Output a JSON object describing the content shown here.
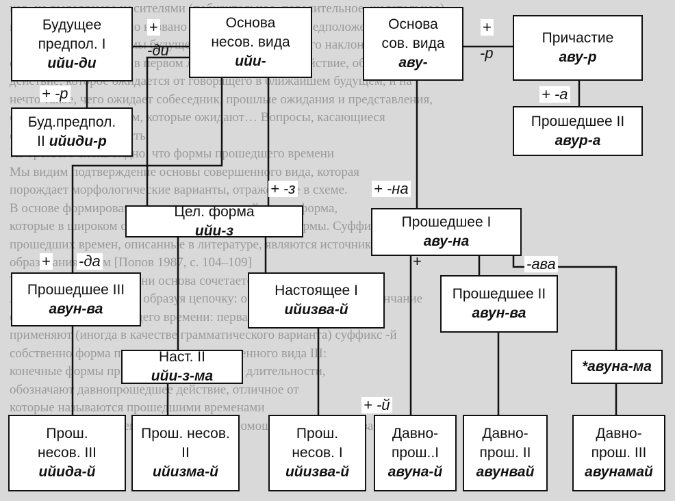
{
  "background_text": [
    "ков, не выделяемое носителями (побудительное, повелительное, желательное)",
    "первой группы условно названо формами будущего предположения [Н. М. Попов",
    "1987, 104–109] …формы будущего предположительного наклонения",
    "формы, указывающие в первом лице на ожидаемое действие, обозначающее",
    "действие, которое ожидается от говорящего в ближайшем будущем, и на",
    "нечто такое, чего ожидает собеседник, прошлые ожидания и представления,",
    "связанные с сомнением, которые ожидают… Вопросы, касающиеся",
    "отношений, вероятность",
    "Из третьего блока видно, что формы прошедшего времени",
    "Мы видим подтверждение основы совершенного вида, которая",
    "порождает морфологические варианты, отраженные в схеме.",
    "В основе формирования целевых отношений лежит форма,",
    "которые в широком смысле образуют прошедшие формы. Суффиксы",
    "прошедших времен, описанные в литературе, являются источником",
    "образования форм [Попов 1987, с. 104–109]",
    "Так, в настоящем времени основа сочетается с формантами и",
    "личными окончаниями, образуя цепочку: основа → суффикс → окончание",
    "основные формы будущего времени: первая и вторая.",
    "применяют (иногда в качестве грамматического варианта) суффикс -й",
    "собственно форма прошедшего несовершенного вида III:",
    "конечные формы при этом несут значение длительности,",
    "обозначают давнопрошедшее действие, отличное от",
    "которые называются прошедшими временами",
    "Давнопрошедшее время образуется при помощи аффикса, основа"
  ],
  "boxes": {
    "bud1": {
      "l1": "Будущее",
      "l2": "предпол. I",
      "it": "ийи-ди"
    },
    "nesov": {
      "l1": "Основа",
      "l2": "несов. вида",
      "it": "ийи-"
    },
    "sov": {
      "l1": "Основа",
      "l2": "сов. вида",
      "it": "аву-"
    },
    "prich": {
      "l1": "Причастие",
      "it": "аву-р"
    },
    "bud2": {
      "l1": "Буд.предпол.",
      "l2": "II",
      "it": "ийиди-р"
    },
    "prosh2": {
      "l1": "Прошедшее II",
      "it": "авур-а"
    },
    "cel": {
      "l1": "Цел. форма",
      "it": "ийи-з"
    },
    "prosh1": {
      "l1": "Прошедшее I",
      "it": "аву-на"
    },
    "prosh3": {
      "l1": "Прошедшее III",
      "it": "авун-ва"
    },
    "nast1": {
      "l1": "Настоящее I",
      "it": "ийизва-й"
    },
    "prosh2b": {
      "l1": "Прошедшее II",
      "it": "авун-ва"
    },
    "nast2": {
      "l1": "Наст. II",
      "it": "ийи-з-ма"
    },
    "avunama": {
      "it": "*авуна-ма"
    },
    "pn3": {
      "l1": "Прош.",
      "l2": "несов. III",
      "it": "ийида-й"
    },
    "pn2": {
      "l1": "Прош. несов.",
      "l2": "II",
      "it": "ийизма-й"
    },
    "pn1": {
      "l1": "Прош.",
      "l2": "несов. I",
      "it": "ийизва-й"
    },
    "dp1": {
      "l1": "Давно-",
      "l2": "прош..I",
      "it": "авуна-й"
    },
    "dp2": {
      "l1": "Давно-",
      "l2": "прош. II",
      "it": "авунвай"
    },
    "dp3": {
      "l1": "Давно-",
      "l2": "прош. III",
      "it": "авунамай"
    }
  },
  "labels": {
    "plus_di_plus": "+",
    "di": "-ди",
    "plus_p_left": "+ -р",
    "plus_p_right": "+",
    "p_right": "-р",
    "plus_a": "+ -а",
    "plus_z": "+ -з",
    "plus_na": "+ -на",
    "plus_da_plus": "+",
    "da": "-да",
    "plus_ava_plus": "+",
    "ava": "-ава",
    "plus_j": "+ -й"
  }
}
